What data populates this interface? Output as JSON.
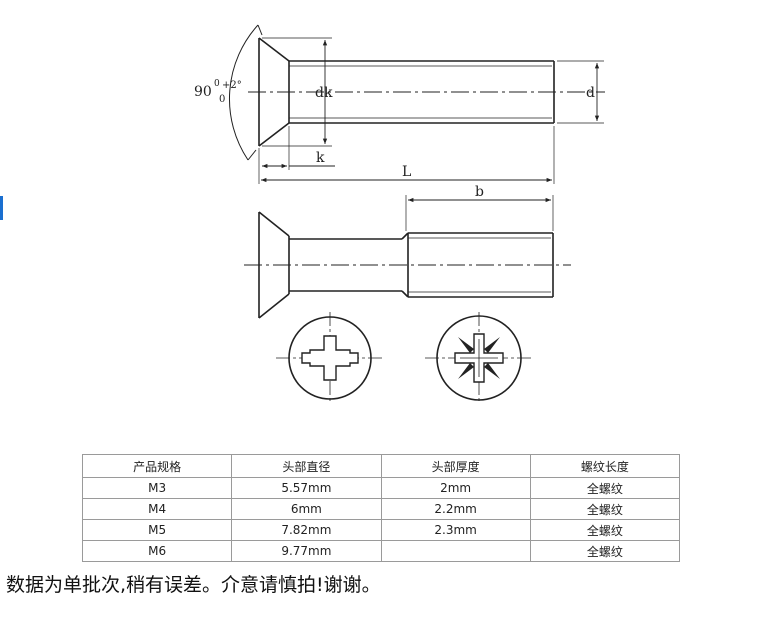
{
  "drawing": {
    "angle_label": "90",
    "angle_tol_upper": "+2°",
    "angle_tol_sup": "0",
    "angle_tol_lower": "0",
    "dim_dk": "dk",
    "dim_d": "d",
    "dim_k": "k",
    "dim_L": "L",
    "dim_b": "b",
    "icons": [
      "phillips-recess-icon",
      "pozidriv-recess-icon"
    ]
  },
  "table": {
    "headers": [
      "产品规格",
      "头部直径",
      "头部厚度",
      "螺纹长度"
    ],
    "rows": [
      [
        "M3",
        "5.57mm",
        "2mm",
        "全螺纹"
      ],
      [
        "M4",
        "6mm",
        "2.2mm",
        "全螺纹"
      ],
      [
        "M5",
        "7.82mm",
        "2.3mm",
        "全螺纹"
      ],
      [
        "M6",
        "9.77mm",
        "",
        "全螺纹"
      ]
    ]
  },
  "note": "数据为单批次,稍有误差。介意请慎拍!谢谢。",
  "colors": {
    "line": "#222222",
    "border": "#9a9a9a",
    "accent": "#1a6fd0"
  }
}
